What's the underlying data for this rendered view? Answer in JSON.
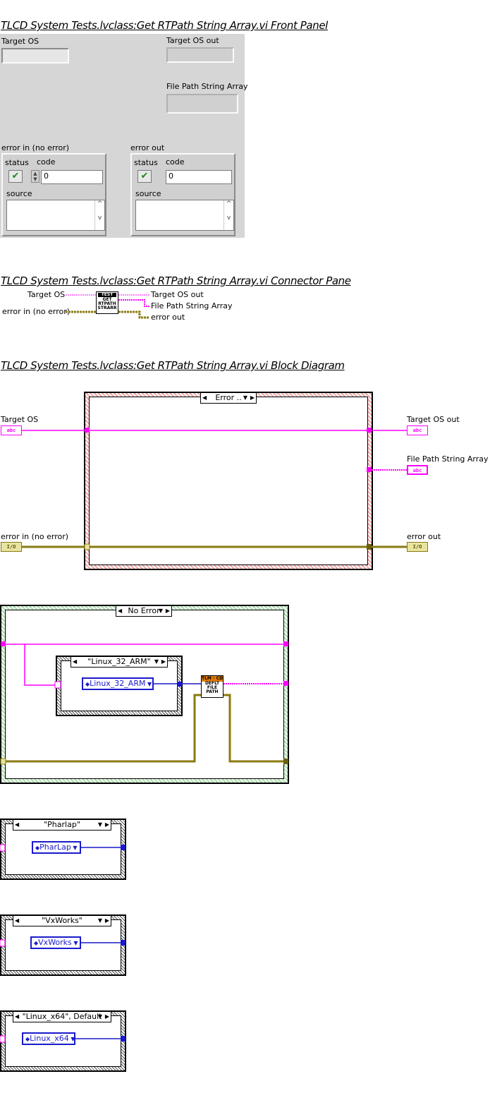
{
  "front_panel": {
    "title": "TLCD System Tests.lvclass:Get RTPath String Array.vi Front Panel",
    "target_os_label": "Target OS",
    "target_os_out_label": "Target OS out",
    "file_path_array_label": "File Path String Array",
    "error_in": {
      "label": "error in (no error)",
      "status": "status",
      "code": "code",
      "code_value": "0",
      "source": "source"
    },
    "error_out": {
      "label": "error out",
      "status": "status",
      "code": "code",
      "code_value": "0",
      "source": "source"
    }
  },
  "connector_pane": {
    "title": "TLCD System Tests.lvclass:Get RTPath String Array.vi Connector Pane",
    "icon_text": [
      "TEST",
      "GET",
      "RTPATH",
      "STRARR"
    ],
    "inputs": [
      "Target OS",
      "error in (no error)"
    ],
    "outputs": [
      "Target OS out",
      "File Path String Array",
      "error out"
    ]
  },
  "block_diagram": {
    "title": "TLCD System Tests.lvclass:Get RTPath String Array.vi Block Diagram",
    "error_case_selector": "Error ..",
    "no_error_case_selector": "No Error",
    "inner_case_selector": "\"Linux_32_ARM\"",
    "inner_enum": "Linux_32_ARM",
    "subvi_text": [
      "TLM - CD",
      "DEFLT",
      "FILE",
      "PATH"
    ],
    "terminals": {
      "target_os": "Target OS",
      "target_os_out": "Target OS out",
      "file_path_array": "File Path String Array",
      "error_in": "error in (no error)",
      "error_out": "error out",
      "str_glyph": "abc",
      "err_glyph": "I/O"
    },
    "other_cases": [
      {
        "selector": "\"Pharlap\"",
        "enum": "PharLap"
      },
      {
        "selector": "\"VxWorks\"",
        "enum": "VxWorks"
      },
      {
        "selector": "\"Linux_x64\", Default",
        "enum": "Linux_x64"
      }
    ]
  },
  "colors": {
    "string_wire": "#ff00ff",
    "error_wire": "#8a7a10",
    "enum_wire": "#1a1acc",
    "error_case_border": "#f2a6a6",
    "no_error_case_border": "#a8dca8"
  }
}
